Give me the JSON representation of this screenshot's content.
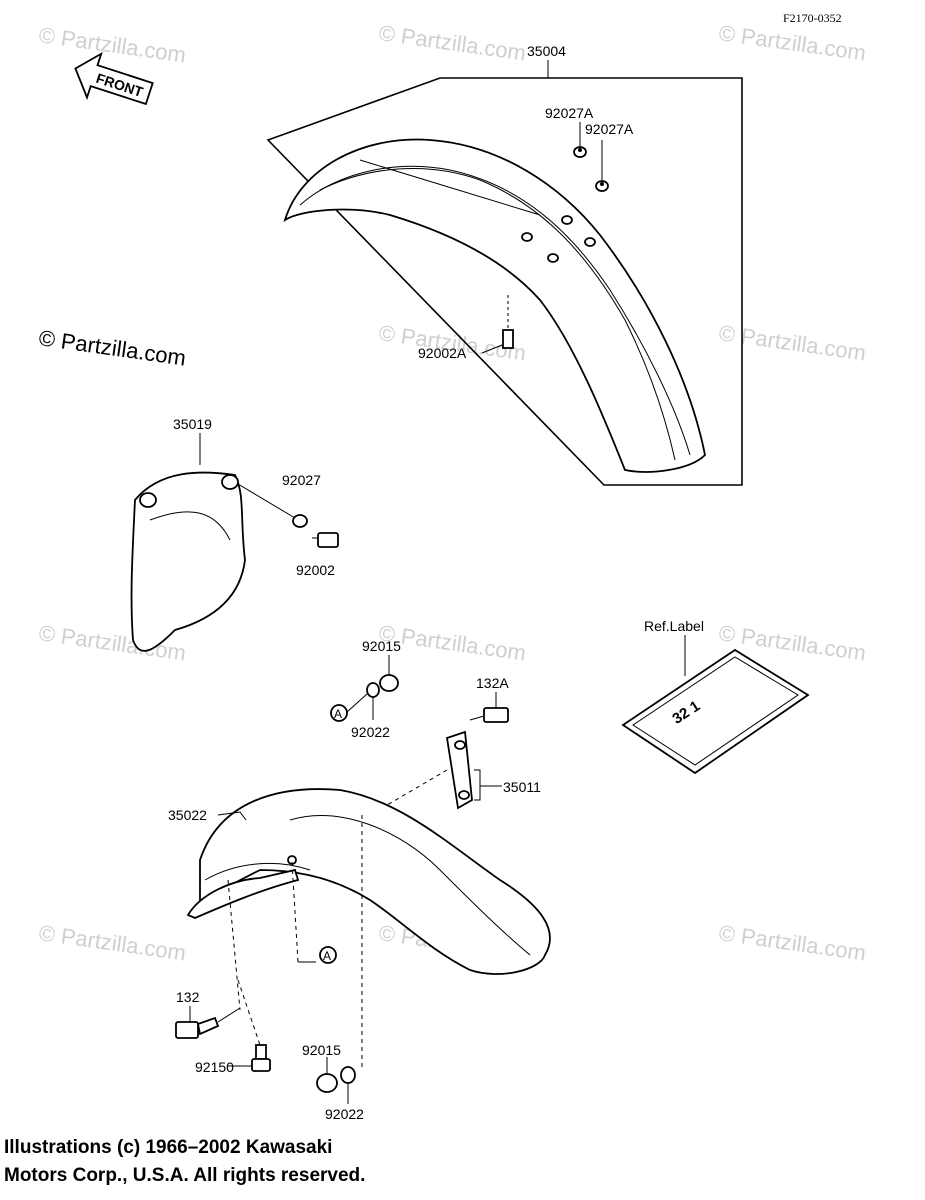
{
  "ref_code": "F2170-0352",
  "front_label": "FRONT",
  "watermark": "© Partzilla.com",
  "watermark_main": "© Partzilla.com",
  "parts": {
    "p35004": "35004",
    "p92027A_1": "92027A",
    "p92027A_2": "92027A",
    "p92002A": "92002A",
    "p35019": "35019",
    "p92027": "92027",
    "p92002": "92002",
    "p92015_top": "92015",
    "p92022_top": "92022",
    "marker_a_top": "A",
    "p132A": "132A",
    "p35011": "35011",
    "p35022": "35022",
    "marker_a_bottom": "A",
    "p132": "132",
    "p92150": "92150",
    "p92015_bottom": "92015",
    "p92022_bottom": "92022",
    "ref_label": "Ref.Label"
  },
  "ref_label_digits": "32 1",
  "copyright": {
    "line1": "Illustrations (c) 1966–2002 Kawasaki",
    "line2": "Motors Corp., U.S.A.  All rights reserved."
  }
}
